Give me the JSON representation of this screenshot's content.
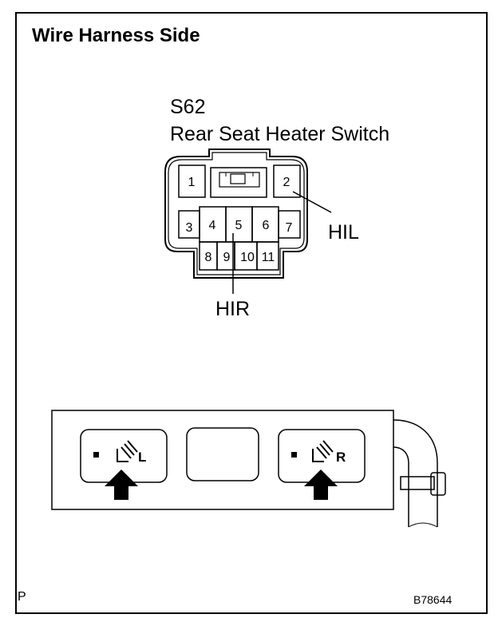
{
  "header": {
    "title": "Wire Harness Side"
  },
  "connector": {
    "code": "S62",
    "name": "Rear Seat Heater Switch",
    "pins": [
      "1",
      "2",
      "3",
      "4",
      "5",
      "6",
      "7",
      "8",
      "9",
      "10",
      "11"
    ],
    "callouts": {
      "left_terminal": "HIL",
      "right_terminal": "HIR"
    }
  },
  "switch_panel": {
    "left_button_letter": "L",
    "right_button_letter": "R"
  },
  "footer": {
    "corner_mark": "P",
    "figure_id": "B78644"
  }
}
